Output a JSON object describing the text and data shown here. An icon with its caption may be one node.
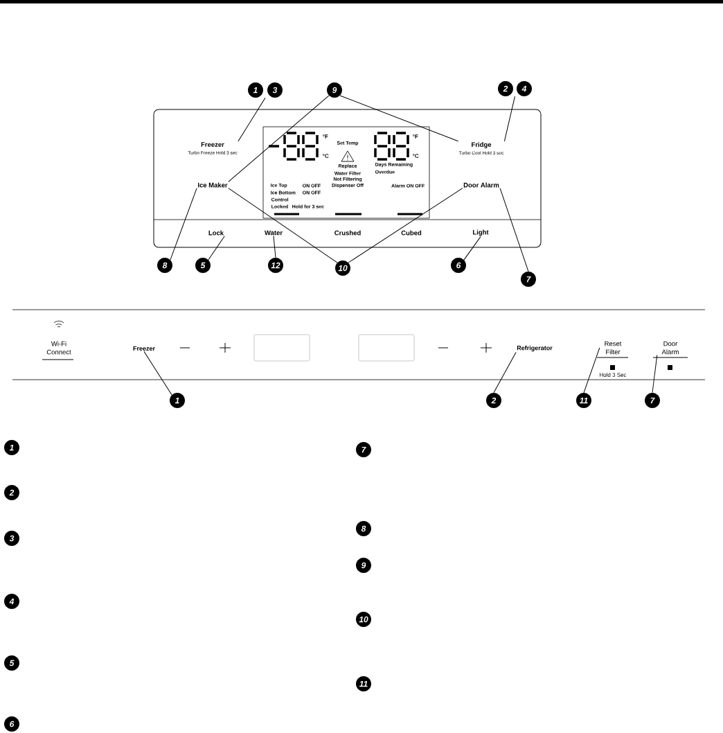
{
  "diagram": {
    "nodes": [
      {
        "text": [
          "Freezer",
          "Turbo Freeze Hold 3 sec"
        ]
      },
      {
        "text": [
          "Fridge",
          "Turbo Cool Hold 3 sec"
        ]
      },
      {
        "text": [
          "Ice Maker"
        ]
      },
      {
        "text": [
          "Door Alarm"
        ]
      },
      {
        "text": [
          "Lock"
        ]
      },
      {
        "text": [
          "Water"
        ]
      },
      {
        "text": [
          "Crushed"
        ]
      },
      {
        "text": [
          "Cubed"
        ]
      },
      {
        "text": [
          "Light"
        ]
      },
      {
        "text": [
          "1"
        ]
      },
      {
        "text": [
          "3"
        ]
      },
      {
        "text": [
          "9"
        ]
      },
      {
        "text": [
          "2"
        ]
      },
      {
        "text": [
          "4"
        ]
      },
      {
        "text": [
          "8"
        ]
      },
      {
        "text": [
          "5"
        ]
      },
      {
        "text": [
          "12"
        ]
      },
      {
        "text": [
          "10"
        ]
      },
      {
        "text": [
          "6"
        ]
      },
      {
        "text": [
          "7"
        ]
      },
      {
        "text": [
          "Wi-Fi Connect"
        ]
      },
      {
        "text": [
          "Freezer"
        ]
      },
      {
        "text": [
          "Refrigerator"
        ]
      },
      {
        "text": [
          "Reset Filter"
        ]
      },
      {
        "text": [
          "Door Alarm"
        ]
      },
      {
        "text": [
          "1"
        ]
      },
      {
        "text": [
          "2"
        ]
      },
      {
        "text": [
          "11"
        ]
      },
      {
        "text": [
          "7"
        ]
      },
      {
        "text": [],
        "shape": "box"
      },
      {
        "text": [],
        "shape": "box"
      },
      {
        "text": [
          "1"
        ]
      },
      {
        "text": [
          "2"
        ]
      },
      {
        "text": [
          "3"
        ]
      },
      {
        "text": [
          "4"
        ]
      },
      {
        "text": [
          "5"
        ]
      },
      {
        "text": [
          "6"
        ]
      },
      {
        "text": [
          "7"
        ]
      },
      {
        "text": [
          "8"
        ]
      },
      {
        "text": [
          "9"
        ]
      },
      {
        "text": [
          "10"
        ]
      },
      {
        "text": [
          "11"
        ]
      }
    ],
    "edges": [
      {
        "from": 9,
        "to": 0,
        "arrow": "none"
      },
      {
        "from": 10,
        "to": 0,
        "arrow": "none"
      },
      {
        "from": 11,
        "to": 2,
        "arrow": "none"
      },
      {
        "from": 11,
        "to": 1,
        "arrow": "none"
      },
      {
        "from": 12,
        "to": 1,
        "arrow": "none"
      },
      {
        "from": 13,
        "to": 1,
        "arrow": "none"
      },
      {
        "from": 14,
        "to": 2,
        "arrow": "none"
      },
      {
        "from": 15,
        "to": 4,
        "arrow": "none"
      },
      {
        "from": 16,
        "to": 5,
        "arrow": "none"
      },
      {
        "from": 17,
        "to": 2,
        "arrow": "none"
      },
      {
        "from": 17,
        "to": 3,
        "arrow": "none"
      },
      {
        "from": 18,
        "to": 8,
        "arrow": "none"
      },
      {
        "from": 19,
        "to": 3,
        "arrow": "none"
      },
      {
        "from": 25,
        "to": 21,
        "arrow": "none"
      },
      {
        "from": 26,
        "to": 22,
        "arrow": "none"
      },
      {
        "from": 27,
        "to": 23,
        "arrow": "none"
      },
      {
        "from": 28,
        "to": 24,
        "arrow": "none"
      }
    ],
    "labels": [
      "°F",
      "°C",
      "Set Temp",
      "Replace",
      "Water Filter",
      "Not Filtering",
      "Dispenser Off",
      "°F",
      "°C",
      "Days Remaining",
      "Overdue",
      "Ice Top",
      "ON OFF",
      "Ice Bottom",
      "ON OFF",
      "Control",
      "Locked",
      "Hold for 3 sec",
      "Alarm ON OFF",
      "Hold 3 Sec"
    ]
  }
}
